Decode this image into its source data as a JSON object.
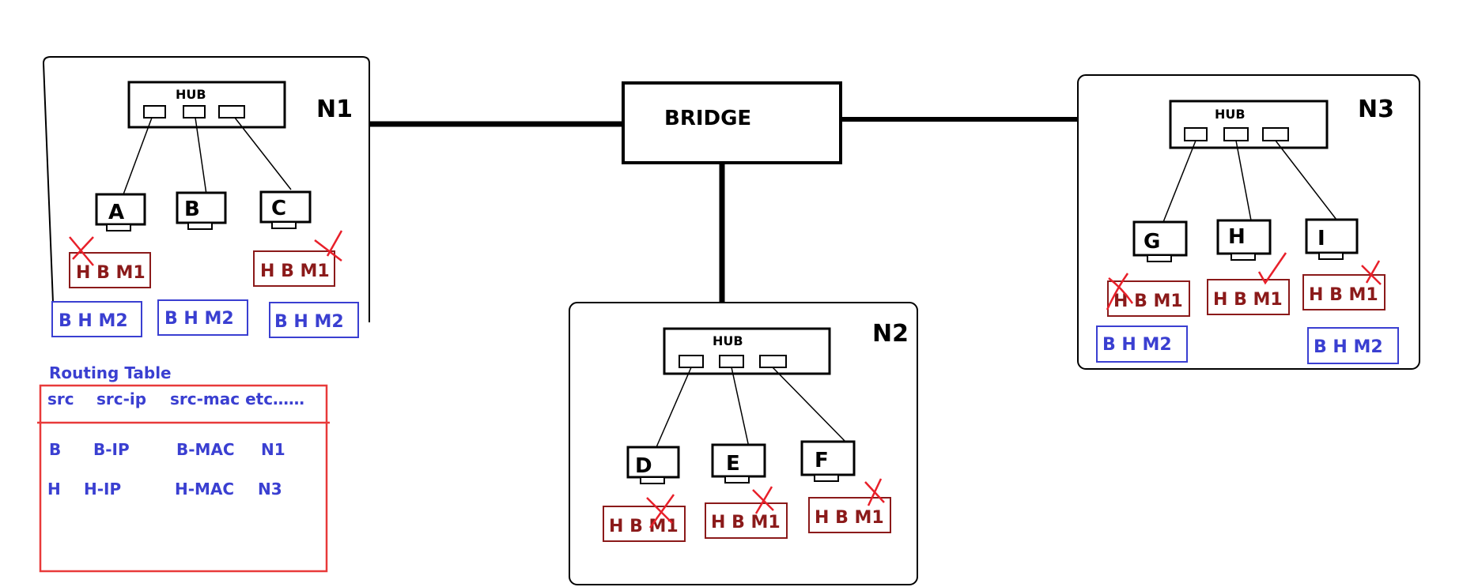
{
  "networks": {
    "n1": "N1",
    "n2": "N2",
    "n3": "N3"
  },
  "hub_label": "HUB",
  "bridge_label": "BRIDGE",
  "hosts": {
    "a": "A",
    "b": "B",
    "c": "C",
    "d": "D",
    "e": "E",
    "f": "F",
    "g": "G",
    "h": "H",
    "i": "I"
  },
  "frame_m1": "H  B M1",
  "frame_m2": "B H  M2",
  "frame_m2_alt": "B  H M2",
  "routing_table": {
    "title": "Routing Table",
    "headers": [
      "src",
      "src-ip",
      "src-mac etc……"
    ],
    "rows": [
      [
        "B",
        "B-IP",
        "B-MAC",
        "N1"
      ],
      [
        "H",
        "H-IP",
        "H-MAC",
        "N3"
      ]
    ]
  },
  "colors": {
    "frame_m1": "#8b1a1a",
    "frame_m2": "#3a3fd1",
    "routing_table_border": "#e83a3a",
    "mark": "#e8202a"
  }
}
